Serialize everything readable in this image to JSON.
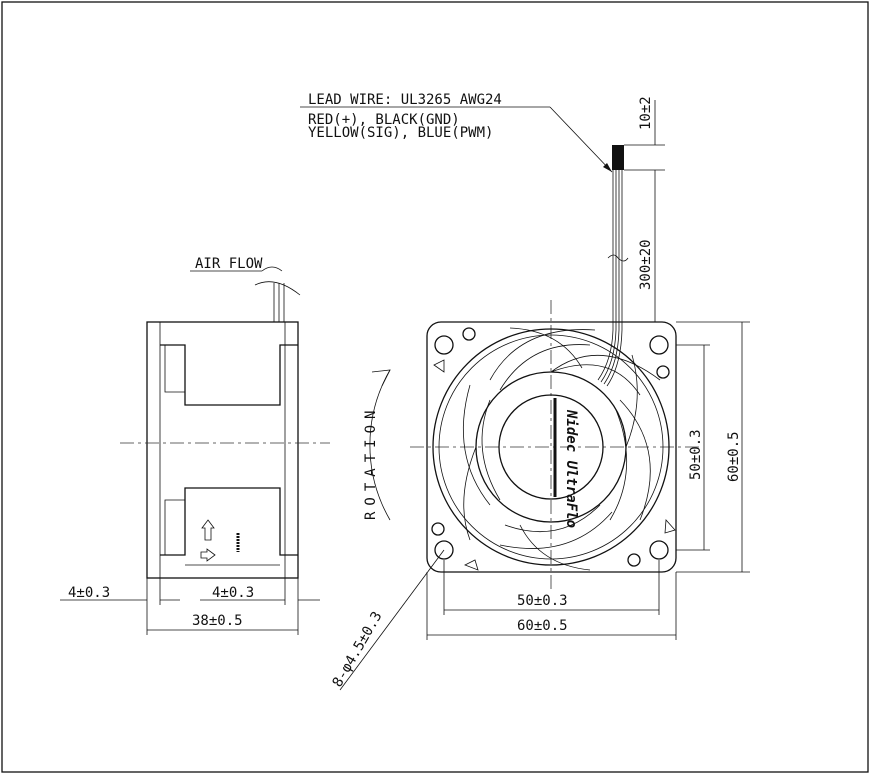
{
  "lead_wire": {
    "title": "LEAD WIRE: UL3265 AWG24",
    "line1": "RED(+), BLACK(GND)",
    "line2": "YELLOW(SIG), BLUE(PWM)"
  },
  "labels": {
    "air_flow": "AIR FLOW",
    "rotation": "ROTATION",
    "logo": "Nidec UltraFlo"
  },
  "dimensions": {
    "strip_length": "10±2",
    "lead_length": "300±20",
    "hole_pitch_v": "50±0.3",
    "frame_height": "60±0.5",
    "hole_pitch_h": "50±0.3",
    "frame_width": "60±0.5",
    "flange_left": "4±0.3",
    "flange_right": "4±0.3",
    "depth": "38±0.5",
    "holes": "8-φ4.5±0.3"
  }
}
